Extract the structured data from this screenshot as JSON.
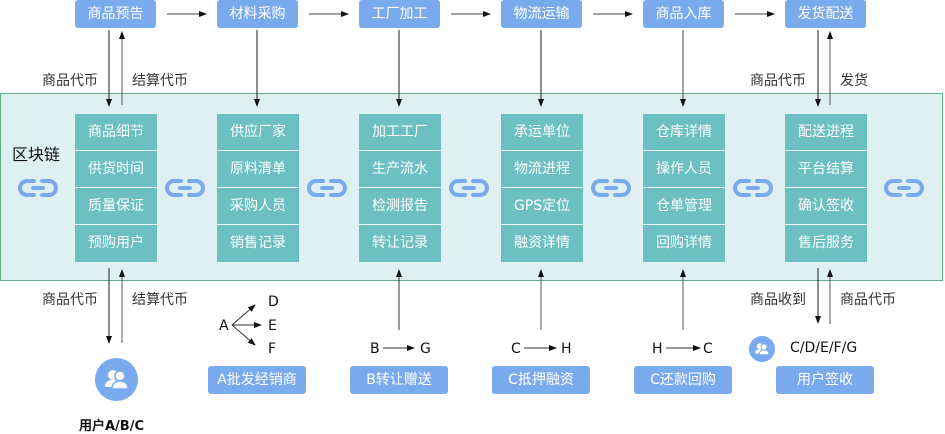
{
  "top_steps": [
    "商品预告",
    "材料采购",
    "工厂加工",
    "物流运输",
    "商品入库",
    "发货配送"
  ],
  "blockchain_label": "区块链",
  "columns": [
    [
      "商品细节",
      "供货时间",
      "质量保证",
      "预购用户"
    ],
    [
      "供应厂家",
      "原料清单",
      "采购人员",
      "销售记录"
    ],
    [
      "加工工厂",
      "生产流水",
      "检测报告",
      "转让记录"
    ],
    [
      "承运单位",
      "物流进程",
      "GPS定位",
      "融资详情"
    ],
    [
      "仓库详情",
      "操作人员",
      "仓单管理",
      "回购详情"
    ],
    [
      "配送进程",
      "平台结算",
      "确认签收",
      "售后服务"
    ]
  ],
  "upper_labels": {
    "left_down": "商品代币",
    "left_up": "结算代币",
    "right_down": "商品代币",
    "right_up": "发货"
  },
  "lower_labels": {
    "left_down": "商品代币",
    "left_up": "结算代币",
    "right_down": "商品收到",
    "right_up": "商品代币"
  },
  "user_label": "用户A/B/C",
  "flows": {
    "a_source": "A",
    "a_targets": [
      "D",
      "E",
      "F"
    ],
    "b_from": "B",
    "b_to": "G",
    "c_from": "C",
    "c_to": "H",
    "h_from": "H",
    "h_to": "C",
    "sign_users": "C/D/E/F/G"
  },
  "bottom_boxes": [
    "A批发经销商",
    "B转让赠送",
    "C抵押融资",
    "C还款回购",
    "用户签收"
  ],
  "colors": {
    "top_box": "#7aaaee",
    "cell": "#6cc0c2",
    "blockchain_bg": "#dff0f2",
    "blockchain_border": "#5fb08a",
    "link_icon": "#7aaaee"
  }
}
